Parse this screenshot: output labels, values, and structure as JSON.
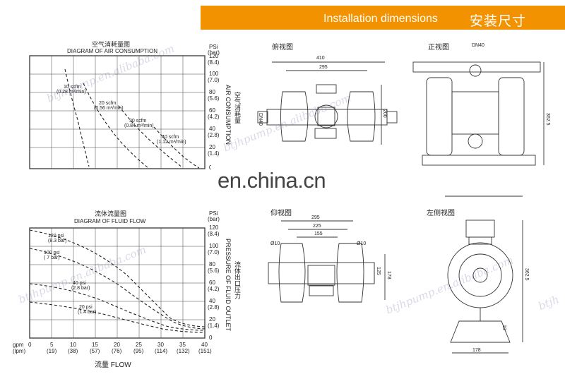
{
  "header": {
    "title_en": "Installation dimensions",
    "title_zh": "安装尺寸"
  },
  "chart_air": {
    "title_zh": "空气消耗量图",
    "title_en": "DIAGRAM OF AIR CONSUMPTION",
    "right_label_zh": "空气消耗量",
    "right_label_en": "AIR CONSUMPTION",
    "psi_header": "PSi",
    "bar_header": "(bar)",
    "y_psi": [
      "120",
      "100",
      "80",
      "60",
      "40",
      "20",
      "0"
    ],
    "y_bar": [
      "(8.4)",
      "(7.0)",
      "(5.6)",
      "(4.2)",
      "(2.8)",
      "(1.4)"
    ],
    "curve_labels": [
      {
        "text": "10 scfm",
        "sub": "(0.28 m³/min)"
      },
      {
        "text": "20 scfm",
        "sub": "(0.56 m³/min)"
      },
      {
        "text": "30 scfm",
        "sub": "(0.84 m³/min)"
      },
      {
        "text": "40 scfm",
        "sub": "(1.12 m³/min)"
      }
    ]
  },
  "chart_flow": {
    "title_zh": "流体流量图",
    "title_en": "DIAGRAM OF FLUID FLOW",
    "right_label_zh": "流体出口压力",
    "right_label_en": "PRESSURE OF FLUID OUTLET",
    "psi_header": "PSi",
    "bar_header": "(bar)",
    "y_psi": [
      "120",
      "100",
      "80",
      "60",
      "40",
      "20",
      "0"
    ],
    "y_bar": [
      "(8.4)",
      "(7.0)",
      "(5.6)",
      "(4.2)",
      "(2.8)",
      "(1.4)"
    ],
    "x_gpm_label": "gpm",
    "x_lpm_label": "(lpm)",
    "x_gpm": [
      "0",
      "5",
      "10",
      "15",
      "20",
      "25",
      "30",
      "35",
      "40"
    ],
    "x_lpm": [
      "(19)",
      "(38)",
      "(57)",
      "(76)",
      "(95)",
      "(114)",
      "(132)",
      "(151)"
    ],
    "xlabel": "流量  FLOW",
    "curve_labels": [
      {
        "text": "120 psi",
        "sub": "(8.3 bar)"
      },
      {
        "text": "100 psi",
        "sub": "( 7 bar)"
      },
      {
        "text": "40 psi",
        "sub": "(2.8 bar)"
      },
      {
        "text": "20 psi",
        "sub": "(1.4 bar)"
      }
    ]
  },
  "views": {
    "top_view": "俯视图",
    "front_view": "正视图",
    "bottom_view": "仰视图",
    "left_view": "左侧视图"
  },
  "dims": {
    "d410": "410",
    "d295": "295",
    "d200": "200",
    "dn40_top": "DN40",
    "dn40_left": "DN40",
    "d3625": "362.5",
    "d295b": "295",
    "d225": "225",
    "d155": "155",
    "d178": "178",
    "d125": "125",
    "d10a": "Ø10",
    "d10b": "Ø10",
    "d3625b": "362.5",
    "d178b": "178",
    "d10": "10"
  },
  "watermarks": [
    "btjhpump.en.alibaba.com",
    "btjhpump.en.alibaba.com",
    "btjhpump.en.alibaba.com",
    "btjhpump.en.alibaba.com",
    "btjh"
  ],
  "overlay": "en.china.cn"
}
